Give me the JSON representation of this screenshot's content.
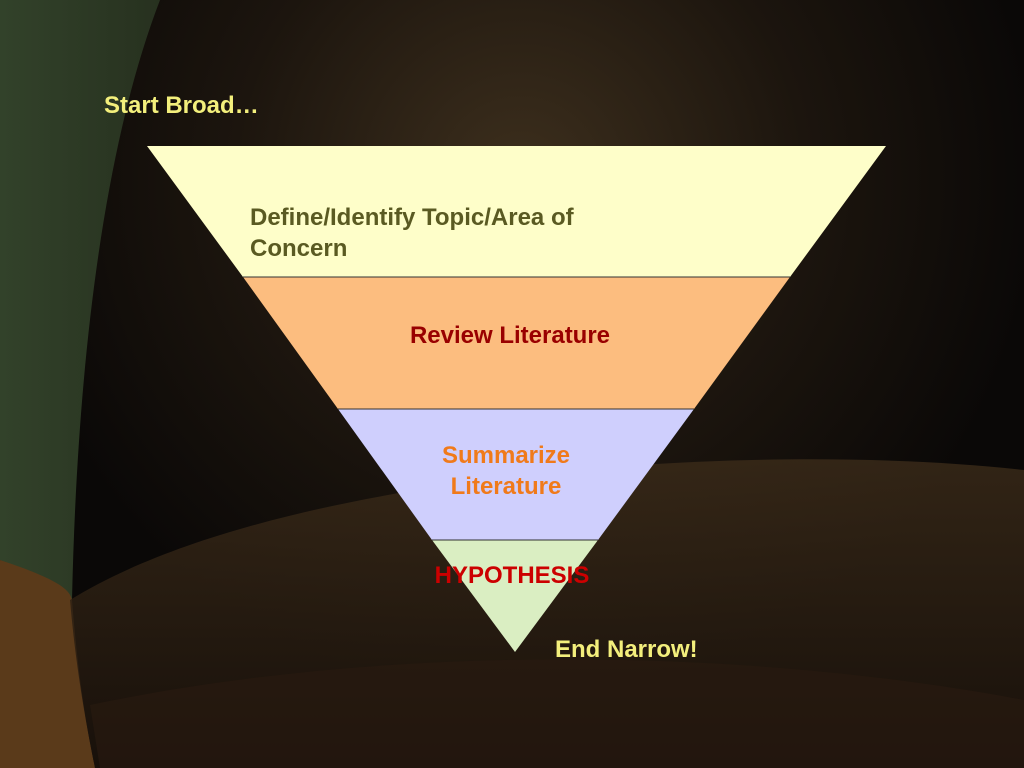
{
  "slide": {
    "start_label": "Start Broad…",
    "end_label": "End Narrow!",
    "label_color": "#f3ef7c"
  },
  "funnel": {
    "levels": [
      {
        "lines": [
          "Define/Identify Topic/Area of",
          "Concern"
        ],
        "fill": "#fefec9",
        "text_color": "#5a5a22"
      },
      {
        "lines": [
          "Review Literature"
        ],
        "fill": "#fcbd7f",
        "text_color": "#990000"
      },
      {
        "lines": [
          "Summarize",
          "Literature"
        ],
        "fill": "#cfcffd",
        "text_color": "#f07a1a"
      },
      {
        "lines": [
          "HYPOTHESIS"
        ],
        "fill": "#daeec2",
        "text_color": "#cc0000"
      }
    ]
  }
}
